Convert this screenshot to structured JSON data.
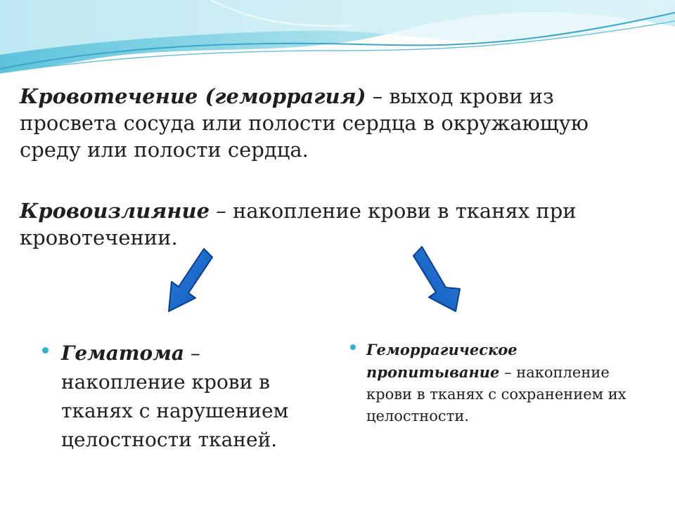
{
  "paragraph1": {
    "term": "Кровотечение  (геморрагия)",
    "definition": " – выход крови из просвета сосуда или полости сердца в окружающую среду или полости сердца."
  },
  "paragraph2": {
    "term": "Кровоизлияние",
    "definition": " – накопление крови в тканях при кровотечении."
  },
  "left_bullet": {
    "term": "Гематома",
    "definition": " – накопление крови в тканях с нарушением целостности тканей."
  },
  "right_bullet": {
    "term": "Геморрагическое пропитывание",
    "definition": " – накопление крови в тканях с сохранением их целостности."
  },
  "colors": {
    "arrow_fill": "#1565c8",
    "bullet": "#2ab6cf",
    "wave": "#8fd3e3"
  }
}
